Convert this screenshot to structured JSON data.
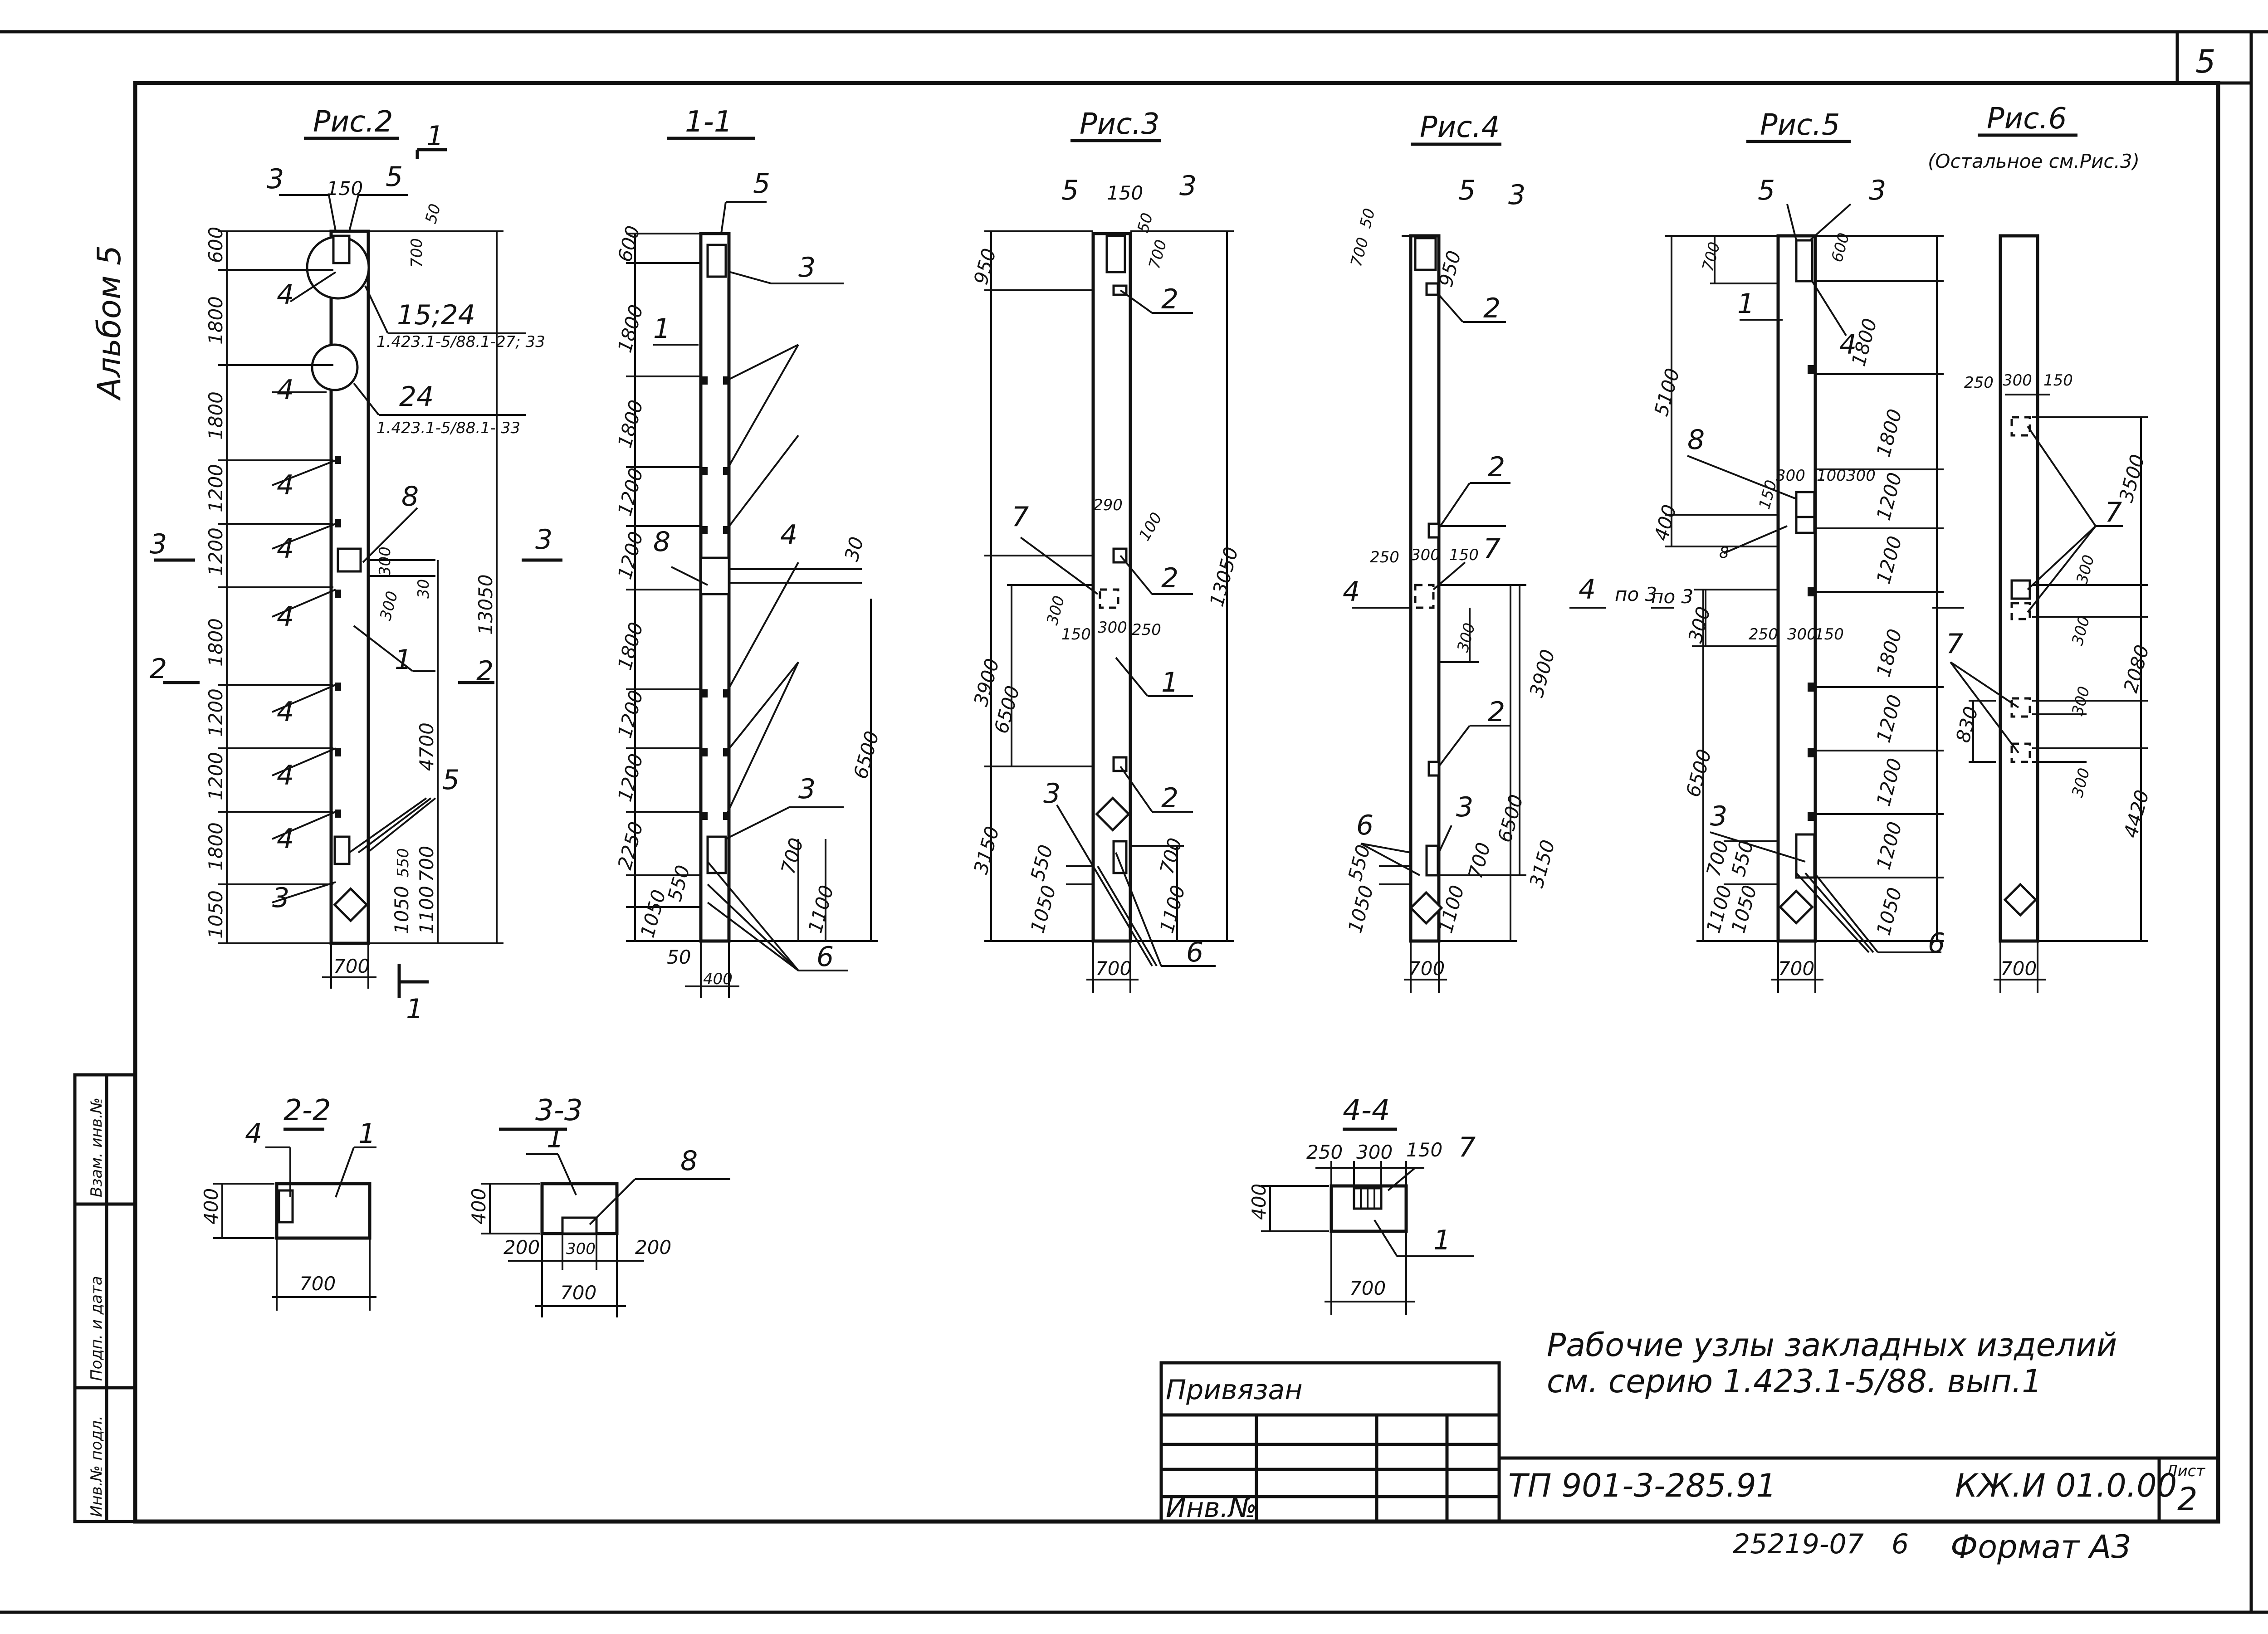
{
  "sheet": {
    "page_number": "5",
    "album": "Альбом 5",
    "figure_titles": [
      "Рис.2",
      "1-1",
      "Рис.3",
      "Рис.4",
      "Рис.5",
      "Рис.6"
    ],
    "fig6_note": "(Остальное см.Рис.3)",
    "section_titles": [
      "2-2",
      "3-3",
      "4-4"
    ],
    "note_line1": "Рабочие узлы закладных изделий",
    "note_line2": "см. серию 1.423.1-5/88. вып.1",
    "stamp": {
      "privyazan": "Привязан",
      "inv_no": "Инв.№",
      "project_code": "ТП 901-3-285.91",
      "doc_code": "КЖ.И 01.0.00",
      "sheet_label": "Лист",
      "sheet_no": "2",
      "archive_no": "25219-07",
      "copy_no": "6",
      "format": "Формат А3"
    },
    "side_stamp": [
      "Инв.№ подл.",
      "Подп. и дата",
      "Взам. инв.№"
    ]
  },
  "fig2": {
    "leaders": [
      "3",
      "150",
      "5",
      "50",
      "700",
      "4",
      "15;24",
      "1.423.1-5/88.1-27; 33",
      "4",
      "24",
      "1.423.1-5/88.1- 33",
      "4",
      "4",
      "8",
      "4",
      "1",
      "4",
      "4",
      "5",
      "4",
      "3"
    ],
    "dims_left": [
      "600",
      "1800",
      "1800",
      "1200",
      "1200",
      "1800",
      "1200",
      "1200",
      "1800",
      "1050"
    ],
    "dims_right": [
      "13050",
      "4700",
      "1050",
      "1100",
      "700",
      "550",
      "300",
      "300",
      "30"
    ],
    "bottom": "700",
    "section_marks": [
      "1",
      "1",
      "3",
      "3",
      "2",
      "2"
    ]
  },
  "sec11": {
    "dims_left": [
      "600",
      "1800",
      "1800",
      "1200",
      "1200",
      "1800",
      "1200",
      "1200",
      "2250",
      "1050",
      "550"
    ],
    "dims_right": [
      "6500",
      "1100",
      "700",
      "30"
    ],
    "callouts": [
      "5",
      "3",
      "1",
      "4",
      "8",
      "3",
      "6"
    ],
    "bottom": [
      "50",
      "400"
    ]
  },
  "fig3": {
    "top": [
      "5",
      "150",
      "3",
      "50",
      "700"
    ],
    "dims_left": [
      "950",
      "3900",
      "6500",
      "3150",
      "1050",
      "550"
    ],
    "dims_right": [
      "13050",
      "1100",
      "700"
    ],
    "inner": [
      "290",
      "100",
      "300",
      "150",
      "300",
      "250"
    ],
    "callouts": [
      "2",
      "7",
      "2",
      "1",
      "2",
      "3",
      "6"
    ],
    "bottom": "700"
  },
  "fig4": {
    "top": [
      "5",
      "3",
      "50",
      "700",
      "950"
    ],
    "dims_right": [
      "3900",
      "6500",
      "3150",
      "1100",
      "700"
    ],
    "inner": [
      "250",
      "300",
      "150",
      "300"
    ],
    "callouts": [
      "2",
      "2",
      "7",
      "2",
      "6",
      "3"
    ],
    "dims_left": [
      "1050",
      "550"
    ],
    "section_marks": [
      "4",
      "4",
      "по 3"
    ],
    "bottom": "700"
  },
  "fig5": {
    "top": [
      "5",
      "3",
      "700",
      "600"
    ],
    "dims_left": [
      "5100",
      "400",
      "300",
      "6500",
      "1100",
      "1050",
      "700",
      "550"
    ],
    "dims_right": [
      "1800",
      "1800",
      "1200",
      "1200",
      "1800",
      "1200",
      "1200",
      "1200",
      "1050"
    ],
    "inner": [
      "150",
      "300",
      "100",
      "300",
      "250",
      "300",
      "150"
    ],
    "callouts": [
      "1",
      "4",
      "8",
      "8",
      "3",
      "6"
    ],
    "section_marks": [
      "по 3"
    ],
    "bottom": "700"
  },
  "fig6": {
    "inner": [
      "250",
      "300",
      "150",
      "3500",
      "300",
      "300",
      "2080",
      "300",
      "830",
      "300",
      "4420"
    ],
    "callouts": [
      "7",
      "7"
    ],
    "bottom": "700"
  },
  "sec22": {
    "callouts": [
      "4",
      "1"
    ],
    "height": "400",
    "width": "700"
  },
  "sec33": {
    "callouts": [
      "1",
      "8"
    ],
    "height": "400",
    "parts": [
      "200",
      "300",
      "200"
    ],
    "width": "700"
  },
  "sec44": {
    "top": [
      "250",
      "300",
      "150"
    ],
    "callouts": [
      "7",
      "1"
    ],
    "height": "400",
    "width": "700"
  }
}
